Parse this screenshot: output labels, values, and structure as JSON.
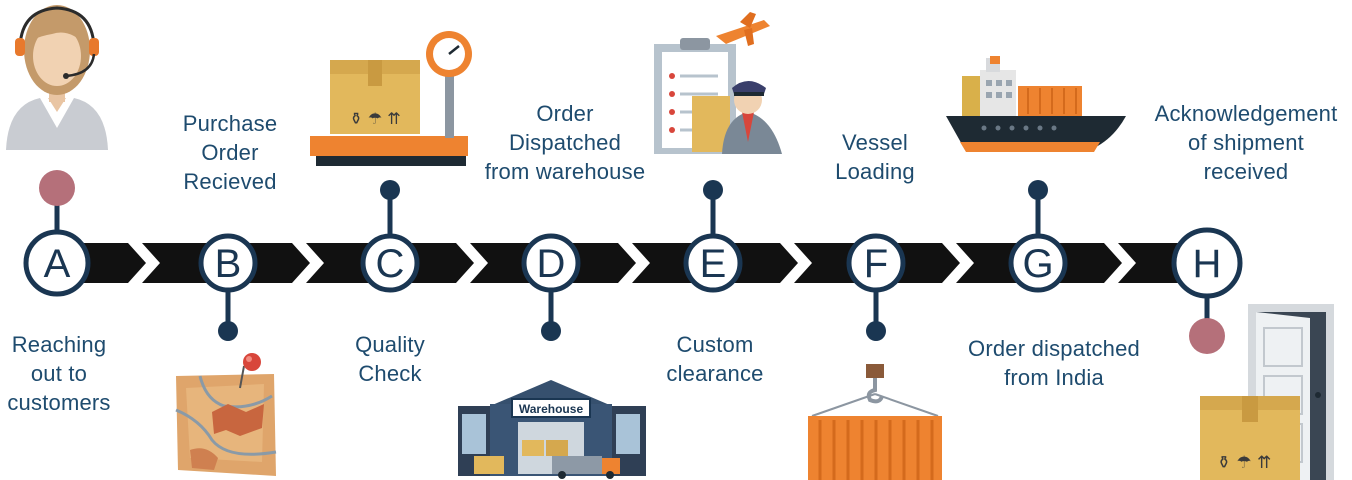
{
  "steps": [
    {
      "letter": "A",
      "label_lines": [
        "Reaching",
        "out to",
        "customers"
      ],
      "icon": "customer-support-agent-icon"
    },
    {
      "letter": "B",
      "label_lines": [
        "Purchase",
        "Order",
        "Recieved"
      ],
      "icon": "map-pin-icon"
    },
    {
      "letter": "C",
      "label_lines": [
        "Quality",
        "Check"
      ],
      "icon": "weighing-scale-box-icon"
    },
    {
      "letter": "D",
      "label_lines": [
        "Order",
        "Dispatched",
        "from warehouse"
      ],
      "icon": "warehouse-icon"
    },
    {
      "letter": "E",
      "label_lines": [
        "Custom",
        "clearance"
      ],
      "icon": "customs-officer-clipboard-icon"
    },
    {
      "letter": "F",
      "label_lines": [
        "Vessel",
        "Loading"
      ],
      "icon": "container-crane-hook-icon"
    },
    {
      "letter": "G",
      "label_lines": [
        "Order dispatched",
        "from India"
      ],
      "icon": "cargo-ship-icon"
    },
    {
      "letter": "H",
      "label_lines": [
        "Acknowledgement",
        "of shipment",
        "received"
      ],
      "icon": "door-box-delivery-icon"
    }
  ],
  "warehouse_sign": "Warehouse",
  "colors": {
    "text": "#1e4b6e",
    "node_ring": "#1a3652",
    "arrow": "#111111",
    "rose_dot": "#b5707a",
    "orange": "#ee8330",
    "box": "#e2b85c"
  }
}
